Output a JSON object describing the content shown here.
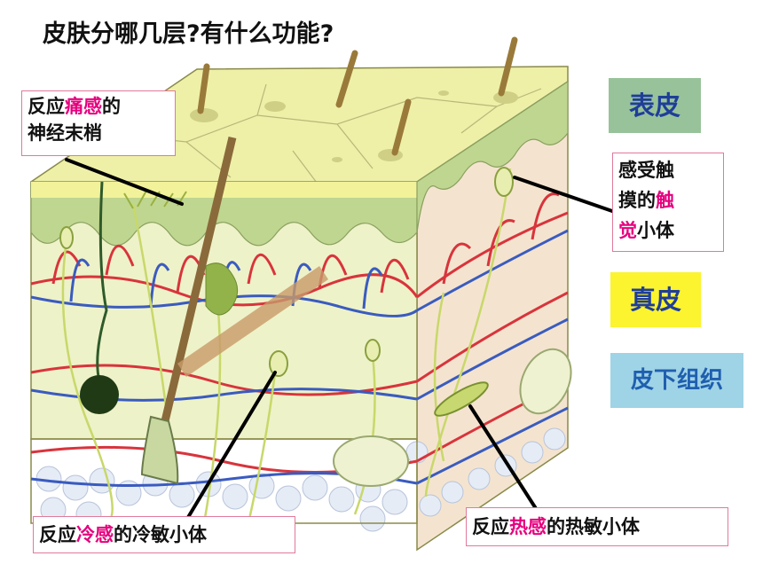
{
  "title": "皮肤分哪几层?有什么功能?",
  "layer_tags": {
    "epidermis": "表皮",
    "dermis": "真皮",
    "subcutaneous": "皮下组织"
  },
  "callouts": {
    "pain": {
      "prefix": "反应",
      "highlight": "痛感",
      "suffix": "的",
      "line2": "神经末梢"
    },
    "touch": {
      "line1": "感受触",
      "line2_prefix": "摸的",
      "line2_highlight": "触",
      "line3_highlight": "觉",
      "line3_suffix": "小体"
    },
    "cold": {
      "prefix": "反应",
      "highlight": "冷感",
      "suffix": "的冷敏小体"
    },
    "heat": {
      "prefix": "反应",
      "highlight": "热感",
      "suffix": "的热敏小体"
    }
  },
  "colors": {
    "highlight": "#e6007e",
    "epidermis_top": "#eef0a8",
    "dermis": "#f4efc8",
    "front_face": "#f6e8d8",
    "nerve": "#c8d86a",
    "artery": "#d8343c",
    "vein": "#3a5bbf",
    "label_blue": "#1f3e99"
  }
}
